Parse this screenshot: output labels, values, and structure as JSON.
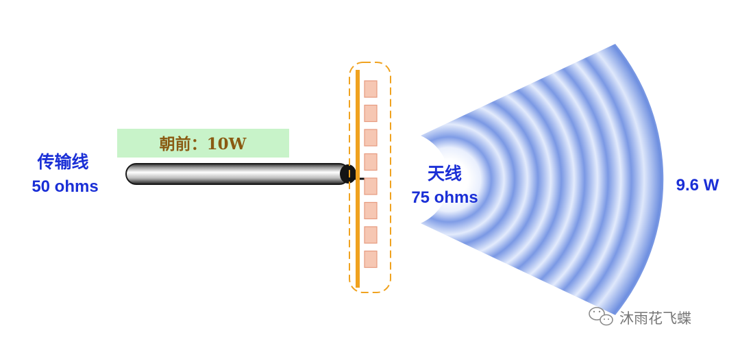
{
  "transmission_line": {
    "title": "传输线",
    "impedance": "50 ohms"
  },
  "forward_power": {
    "label": "朝前：10W"
  },
  "antenna": {
    "title": "天线",
    "impedance": "75 ohms"
  },
  "radiated_power": {
    "label": "9.6 W"
  },
  "watermark": {
    "text": "沐雨花飞蝶"
  },
  "colors": {
    "label_blue": "#1a2fd6",
    "power_bg": "#c8f3c9",
    "power_text": "#8a5a12",
    "antenna_bar": "#f0a21f",
    "antenna_segment_fill": "#f6c7b3",
    "antenna_segment_stroke": "#e79a7e",
    "wave_blue": "#6e8fe0"
  }
}
